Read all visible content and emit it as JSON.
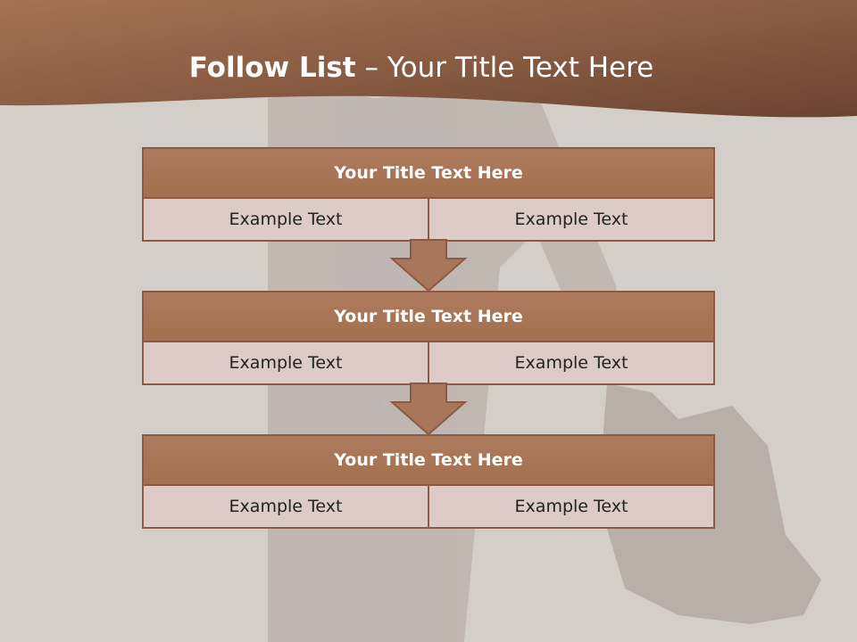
{
  "slide": {
    "title_bold": "Follow List",
    "title_rest": " – Your Title Text Here"
  },
  "steps": [
    {
      "title": "Your Title Text Here",
      "left": "Example Text",
      "right": "Example Text"
    },
    {
      "title": "Your Title Text Here",
      "left": "Example Text",
      "right": "Example Text"
    },
    {
      "title": "Your Title Text Here",
      "left": "Example Text",
      "right": "Example Text"
    }
  ],
  "colors": {
    "background": "#d4cec9",
    "header_brown": "#7a4e37",
    "box_header": "#a8765a",
    "box_cell": "#dccbc6",
    "border": "#8a5a44"
  }
}
